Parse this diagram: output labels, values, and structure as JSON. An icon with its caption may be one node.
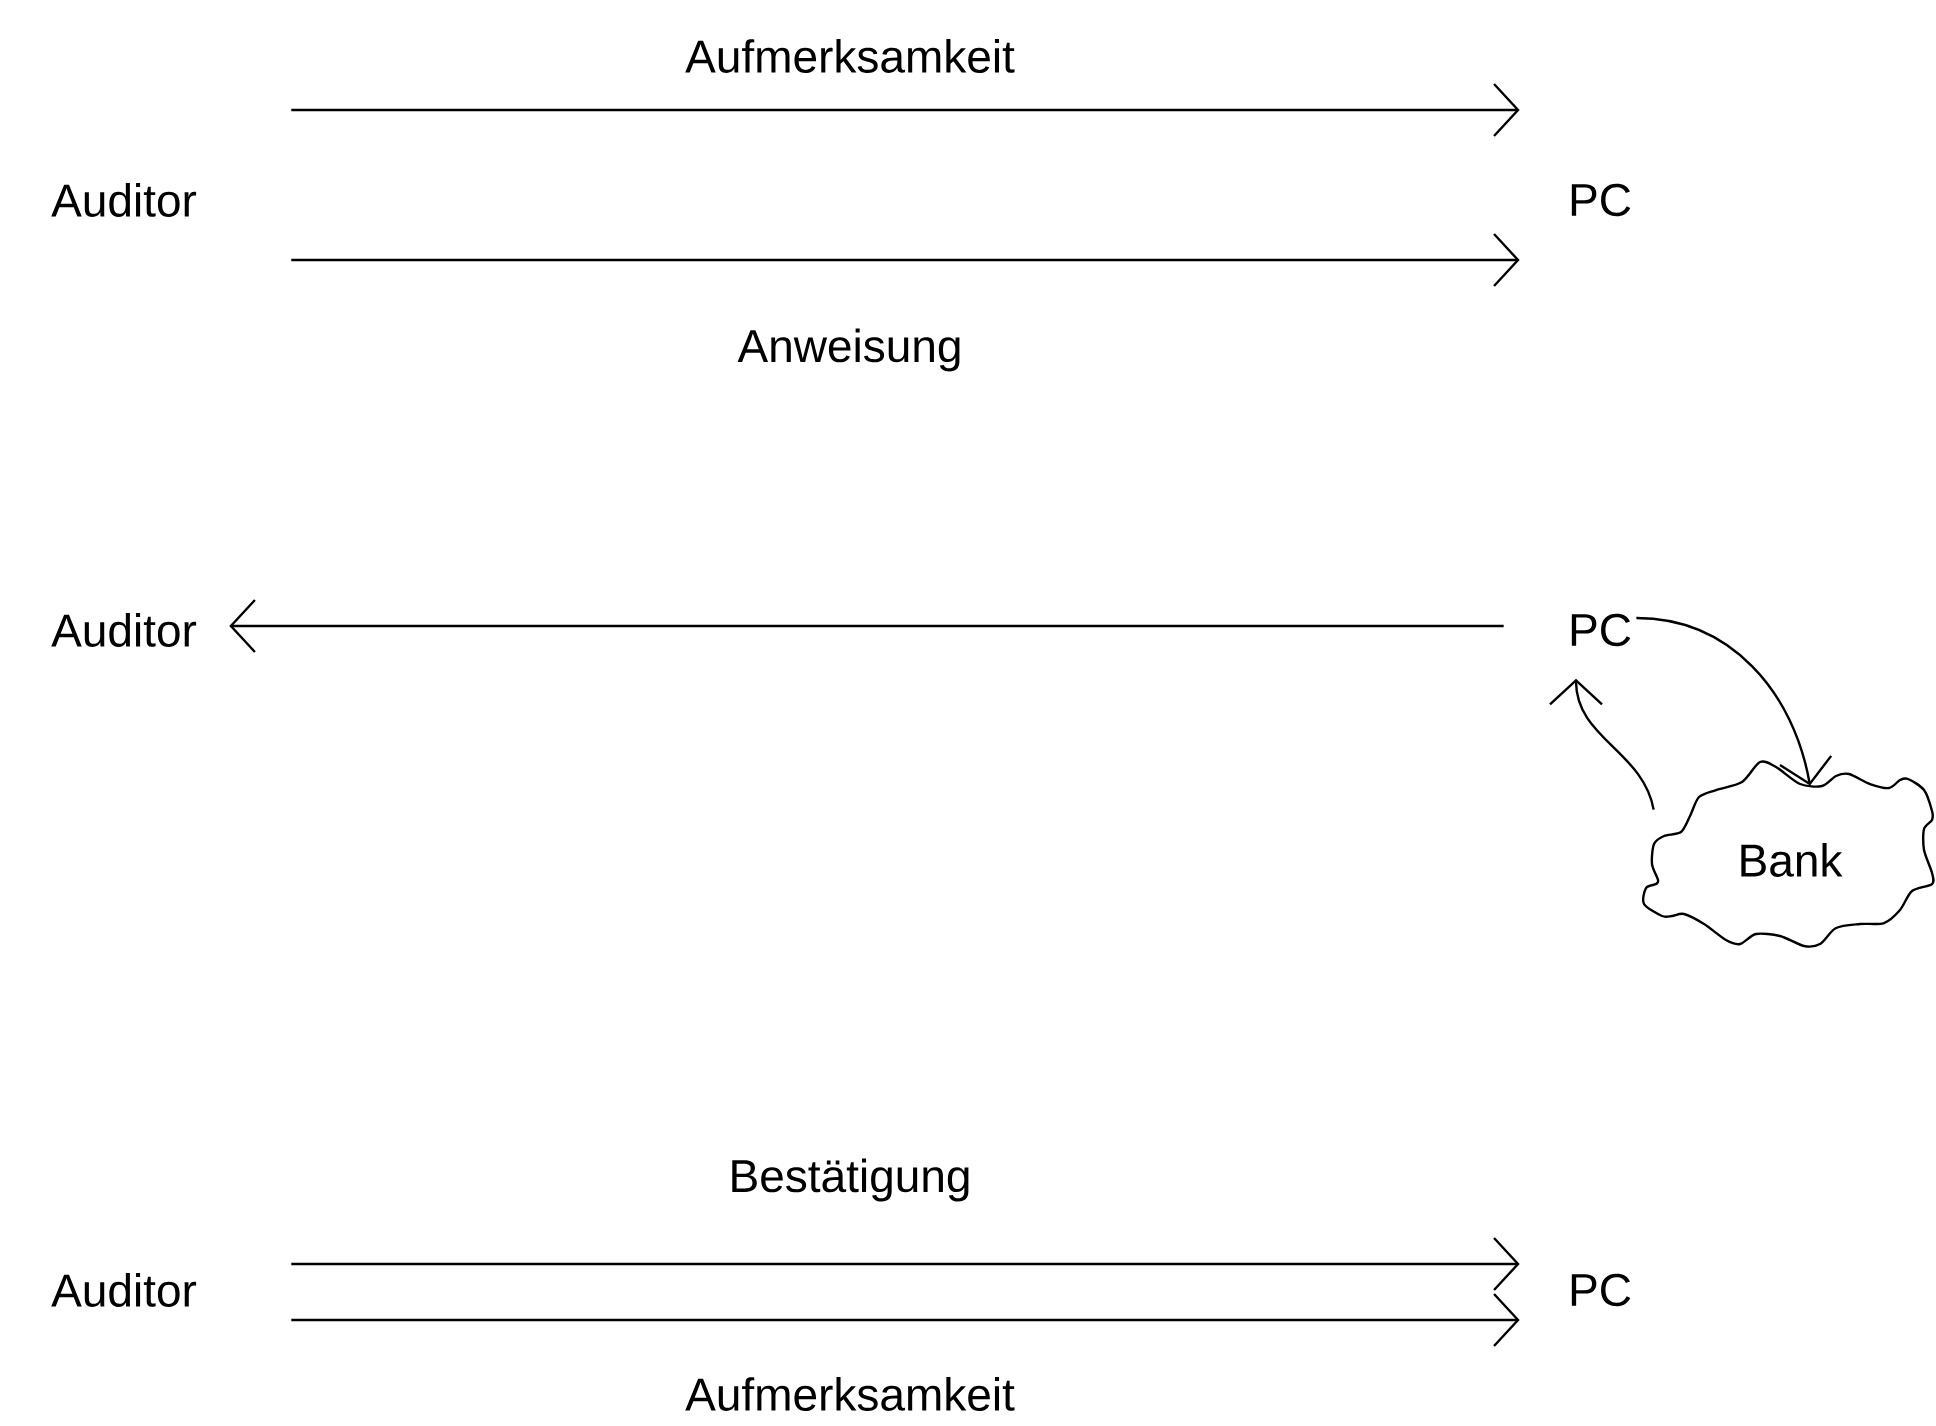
{
  "diagram": {
    "nodes": [
      {
        "text": [
          "Auditor"
        ]
      },
      {
        "text": [
          "PC"
        ]
      },
      {
        "text": [
          "Auditor"
        ]
      },
      {
        "text": [
          "PC"
        ]
      },
      {
        "text": [
          "Bank"
        ]
      },
      {
        "text": [
          "Auditor"
        ]
      },
      {
        "text": [
          "PC"
        ]
      }
    ],
    "edges": [
      {
        "from": 0,
        "to": 1,
        "arrow": "to",
        "label": "Aufmerksamkeit"
      },
      {
        "from": 0,
        "to": 1,
        "arrow": "to",
        "label": "Anweisung"
      },
      {
        "from": 3,
        "to": 2,
        "arrow": "to"
      },
      {
        "from": 3,
        "to": 4,
        "arrow": "to"
      },
      {
        "from": 4,
        "to": 3,
        "arrow": "to"
      },
      {
        "from": 5,
        "to": 6,
        "arrow": "to",
        "label": "Bestätigung"
      },
      {
        "from": 5,
        "to": 6,
        "arrow": "to",
        "label": "Aufmerksamkeit"
      }
    ]
  }
}
